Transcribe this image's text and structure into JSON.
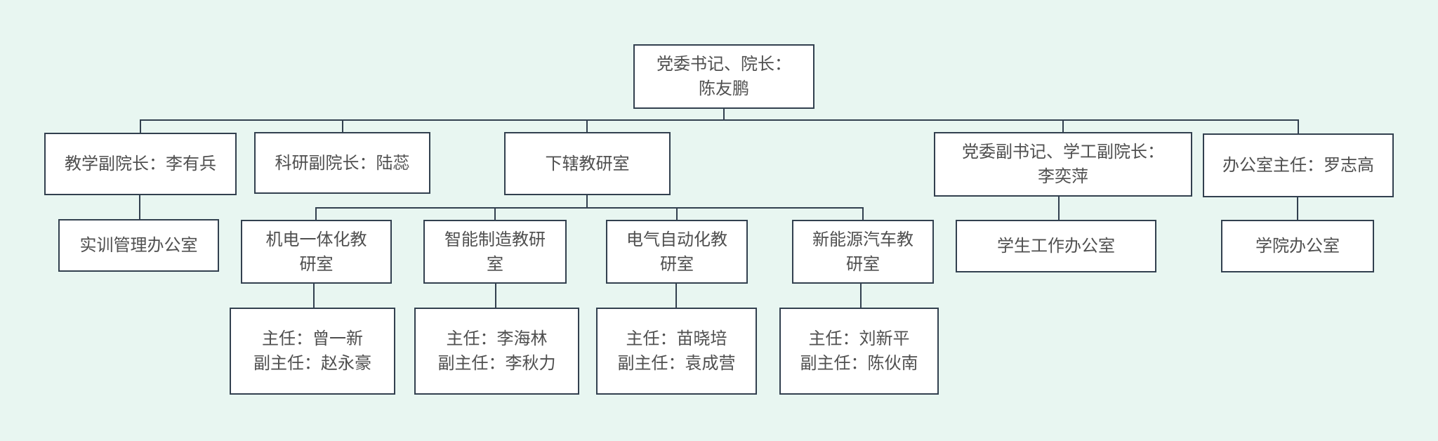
{
  "theme": {
    "bg": "#e8f6f1",
    "box_bg": "#ffffff",
    "line": "#32404f",
    "text": "#4f4f4f"
  },
  "chart": {
    "type": "org-chart",
    "root": {
      "label": "党委书记、院长：\n陈友鹏"
    },
    "level2": [
      {
        "label": "教学副院长：李有兵"
      },
      {
        "label": "科研副院长：陆蕊"
      },
      {
        "label": "下辖教研室"
      },
      {
        "label": "党委副书记、学工副院长：\n李奕萍"
      },
      {
        "label": "办公室主任：罗志高"
      }
    ],
    "level3": [
      {
        "label": "实训管理办公室",
        "parent": "教学副院长：李有兵"
      },
      {
        "label": "机电一体化教\n研室",
        "parent": "下辖教研室"
      },
      {
        "label": "智能制造教研\n室",
        "parent": "下辖教研室"
      },
      {
        "label": "电气自动化教\n研室",
        "parent": "下辖教研室"
      },
      {
        "label": "新能源汽车教\n研室",
        "parent": "下辖教研室"
      },
      {
        "label": "学生工作办公室",
        "parent": "党委副书记、学工副院长：李奕萍"
      },
      {
        "label": "学院办公室",
        "parent": "办公室主任：罗志高"
      }
    ],
    "level4": [
      {
        "label": "主任：曾一新\n副主任：赵永豪",
        "parent": "机电一体化教研室"
      },
      {
        "label": "主任：李海林\n副主任：李秋力",
        "parent": "智能制造教研室"
      },
      {
        "label": "主任：苗晓培\n副主任：袁成营",
        "parent": "电气自动化教研室"
      },
      {
        "label": "主任：刘新平\n副主任：陈伙南",
        "parent": "新能源汽车教研室"
      }
    ]
  }
}
